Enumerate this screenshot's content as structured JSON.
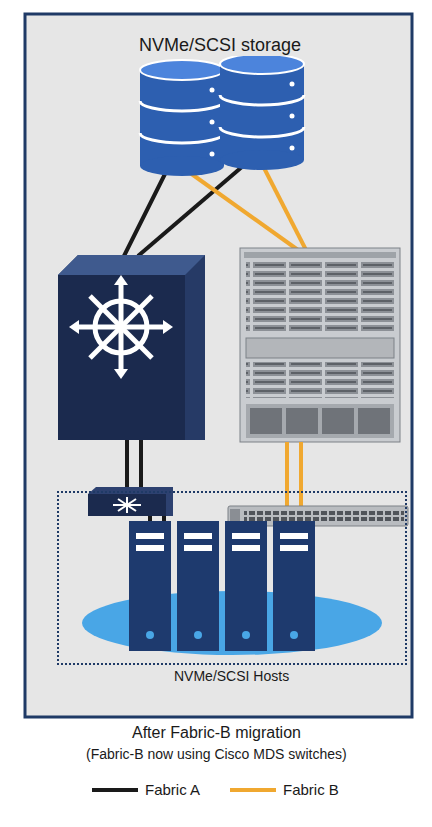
{
  "diagram": {
    "caption": "After Fabric-B migration",
    "nodes": [
      {
        "text": [
          "NVMe/SCSI storage"
        ]
      },
      {
        "text": [
          "NVMe/SCSI Hosts"
        ]
      }
    ],
    "labels": [
      "(Fabric-B now using Cisco MDS switches)"
    ],
    "legend": [
      {
        "text": "Fabric A"
      },
      {
        "text": "Fabric B"
      }
    ]
  }
}
